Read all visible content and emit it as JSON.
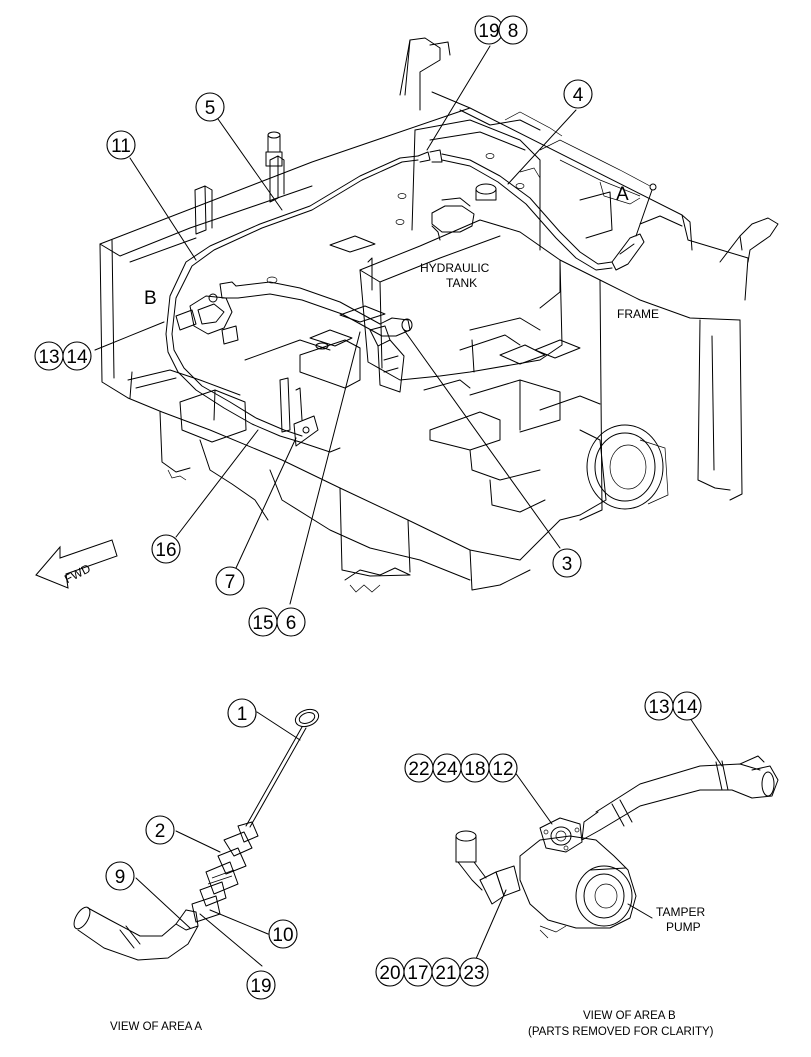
{
  "labels": {
    "hydraulic_tank_line1": "HYDRAULIC",
    "hydraulic_tank_line2": "TANK",
    "frame": "FRAME",
    "area_a_letter": "A",
    "area_b_letter": "B",
    "fwd": "FWD",
    "tamper_pump_line1": "TAMPER",
    "tamper_pump_line2": "PUMP"
  },
  "captions": {
    "view_a": "VIEW OF AREA A",
    "view_b_line1": "VIEW OF AREA B",
    "view_b_line2": "(PARTS REMOVED FOR CLARITY)"
  },
  "callouts": {
    "c19_top": "19",
    "c8": "8",
    "c5": "5",
    "c4": "4",
    "c11": "11",
    "c13_main": "13",
    "c14_main": "14",
    "c16": "16",
    "c7": "7",
    "c15": "15",
    "c6": "6",
    "c3": "3",
    "c1": "1",
    "c2": "2",
    "c9": "9",
    "c10": "10",
    "c19_area_a": "19",
    "c13_area_b": "13",
    "c14_area_b": "14",
    "c22": "22",
    "c24": "24",
    "c18": "18",
    "c12": "12",
    "c20": "20",
    "c17": "17",
    "c21": "21",
    "c23": "23"
  }
}
